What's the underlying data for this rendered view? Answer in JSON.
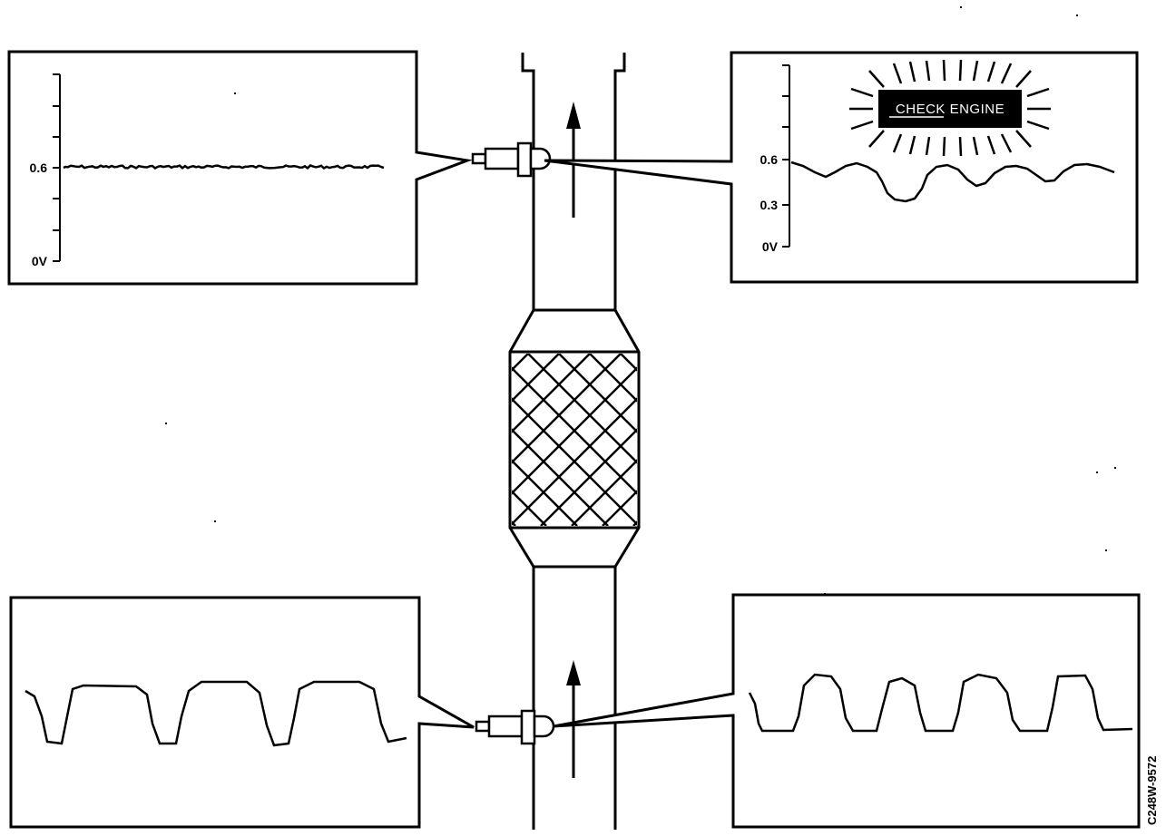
{
  "top_left_scope": {
    "axis_labels": [
      "0.6",
      "0V"
    ],
    "description_values": {
      "steady_voltage": 0.6
    }
  },
  "top_right_scope": {
    "axis_labels": [
      "0.6",
      "0.3",
      "0V"
    ],
    "indicator_text": "CHECK ENGINE"
  },
  "figure_code": "C248W-9572",
  "colors": {
    "ink": "#000000",
    "paper": "#ffffff"
  }
}
